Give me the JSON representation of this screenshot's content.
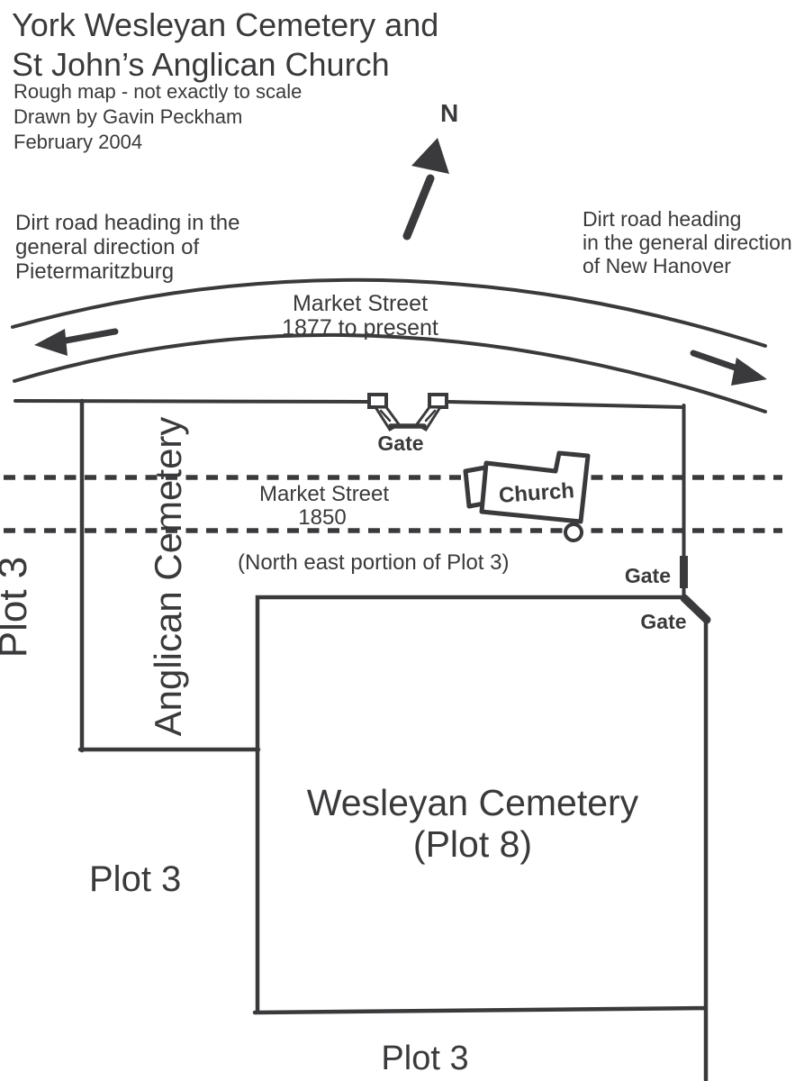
{
  "colors": {
    "ink": "#3a3a3c",
    "paper": "#ffffff"
  },
  "header": {
    "title_line1": "York Wesleyan Cemetery and",
    "title_line2": "St John’s Anglican Church",
    "note_line1": "Rough map - not exactly to scale",
    "note_line2": "Drawn by Gavin Peckham",
    "note_line3": "February 2004"
  },
  "compass": {
    "north_label": "N"
  },
  "roads": {
    "west_caption": [
      "Dirt road heading in the",
      "general direction of",
      "Pietermaritzburg"
    ],
    "east_caption": [
      "Dirt road heading",
      "in the general direction",
      "of New Hanover"
    ],
    "market_street_current": [
      "Market Street",
      "1877 to present"
    ],
    "market_street_old": [
      "Market Street",
      "1850"
    ]
  },
  "features": {
    "church_label": "Church",
    "gate_north_label": "Gate",
    "gate_east_upper_label": "Gate",
    "gate_east_lower_label": "Gate",
    "northeast_portion_note": "(North east portion of Plot 3)",
    "anglican_cemetery_label": "Anglican Cemetery",
    "wesleyan_line1": "Wesleyan Cemetery",
    "wesleyan_line2": "(Plot 8)",
    "plot3_west_label": "Plot 3",
    "plot3_southwest_label": "Plot 3",
    "plot3_south_label": "Plot 3"
  }
}
